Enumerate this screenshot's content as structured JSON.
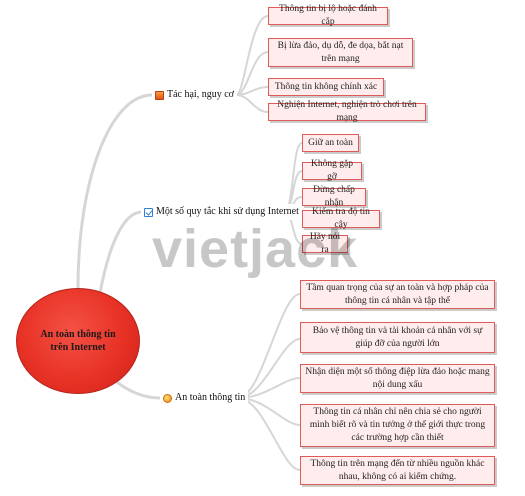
{
  "root": {
    "label": "An toàn thông tin trên Internet"
  },
  "branches": [
    {
      "label": "Tác hại, nguy cơ",
      "icon": "flag-icon",
      "leaves": [
        "Thông tin bị lộ hoặc đánh cắp",
        "Bị lừa đảo, dụ dỗ, đe dọa, bắt nạt trên mạng",
        "Thông tin không chính xác",
        "Nghiện Internet, nghiện trò chơi trên mạng"
      ]
    },
    {
      "label": "Một số quy tắc khi sử dụng Internet",
      "icon": "checkbox-icon",
      "leaves": [
        "Giữ an toàn",
        "Không gặp gỡ",
        "Đừng chấp nhận",
        "Kiểm tra độ tin cậy",
        "Hãy nói ra"
      ]
    },
    {
      "label": "An toàn thông tin",
      "icon": "globe-icon",
      "leaves": [
        "Tầm quan trọng của sự an toàn và hợp pháp của thông tin cá nhân và tập thể",
        "Bảo vệ thông tin và tài khoản cá nhân với sự giúp đỡ của người lớn",
        "Nhận diện một số thông điệp lừa đảo hoặc mang nội dung xấu",
        "Thông tin cá nhân chỉ nên chia sẻ cho người mình biết rõ và tin tưởng ở thế giới thực trong các trường hợp cần thiết",
        "Thông tin trên mạng đến từ nhiều nguồn khác nhau, không có ai kiểm chứng."
      ]
    }
  ],
  "watermark": "vietjack",
  "colors": {
    "root_fill": "#e83226",
    "leaf_fill": "#ffecec",
    "leaf_border": "#e05a5a",
    "connector": "#d6d6d6"
  }
}
